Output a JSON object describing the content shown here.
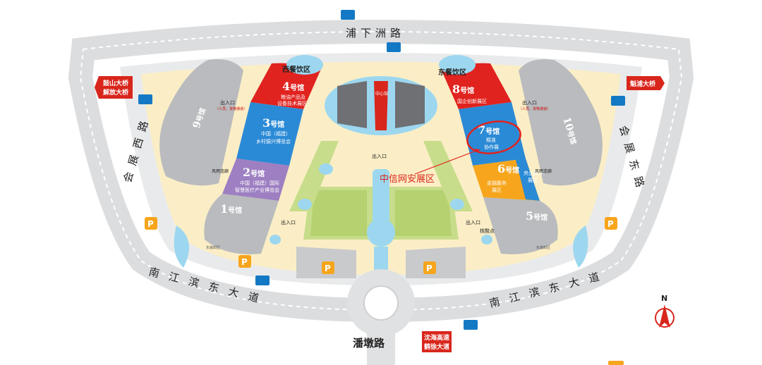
{
  "roads": {
    "north": "浦下洲路",
    "south": "潘墩路",
    "west": "会展西路",
    "east": "会展东路",
    "south_west": "南江滨东大道",
    "south_east": "南江滨东大道"
  },
  "bridge_signs": {
    "left_line1": "鼓山大桥",
    "left_line2": "解放大桥",
    "right": "魁浦大桥",
    "bottom_line1": "沈海高速",
    "bottom_line2": "鹤徐大道"
  },
  "zones": {
    "west_dining": "西餐饮区",
    "east_dining": "东餐饮区",
    "center": "中心馆",
    "nucleic": "核酸点",
    "center_entrance": "出入口"
  },
  "halls": {
    "h1": {
      "num": "1",
      "name": "号馆"
    },
    "h2": {
      "num": "2",
      "name": "号馆",
      "sub1": "中国（福建）国际",
      "sub2": "智慧医疗产业博览会"
    },
    "h3": {
      "num": "3",
      "name": "号馆",
      "sub1": "中国（福建）",
      "sub2": "乡村振兴博览会"
    },
    "h4": {
      "num": "4",
      "name": "号馆",
      "sub1": "粮油产品及",
      "sub2": "设备技术展区"
    },
    "h5": {
      "num": "5",
      "name": "号馆"
    },
    "h6": {
      "num": "6",
      "name": "号馆",
      "sub1": "金融服务",
      "sub2": "展区",
      "sub3": "央企协作",
      "sub4": "展区"
    },
    "h7": {
      "num": "7",
      "name": "号馆",
      "sub1": "精准",
      "sub2": "协作展"
    },
    "h8": {
      "num": "8",
      "name": "号馆",
      "sub1": "国企创新展区"
    },
    "h9": {
      "num": "9",
      "name": "号馆"
    },
    "h10": {
      "num": "10",
      "name": "号馆"
    }
  },
  "entrances": {
    "nw": "出入口",
    "nw_note": "（人员、货物通道）",
    "ne": "出入口",
    "ne_note": "（人员、货物通道）",
    "sw": "出入口",
    "se": "出入口",
    "west_corridor": "风雨连廊",
    "east_corridor": "风雨连廊",
    "west_unload": "东装卸区",
    "east_unload": "东装卸区"
  },
  "annotation": "中信网安展区",
  "parking": "P",
  "compass": "N",
  "colors": {
    "red": "#e1231f",
    "blue": "#2b8ad6",
    "purple": "#9d7fc2",
    "gray": "#b9bbbe",
    "orange": "#f7a51c",
    "road": "#e6e7e8",
    "green": "#c7dd8b",
    "water": "#9cd7ef",
    "sand": "#fbeec6"
  }
}
